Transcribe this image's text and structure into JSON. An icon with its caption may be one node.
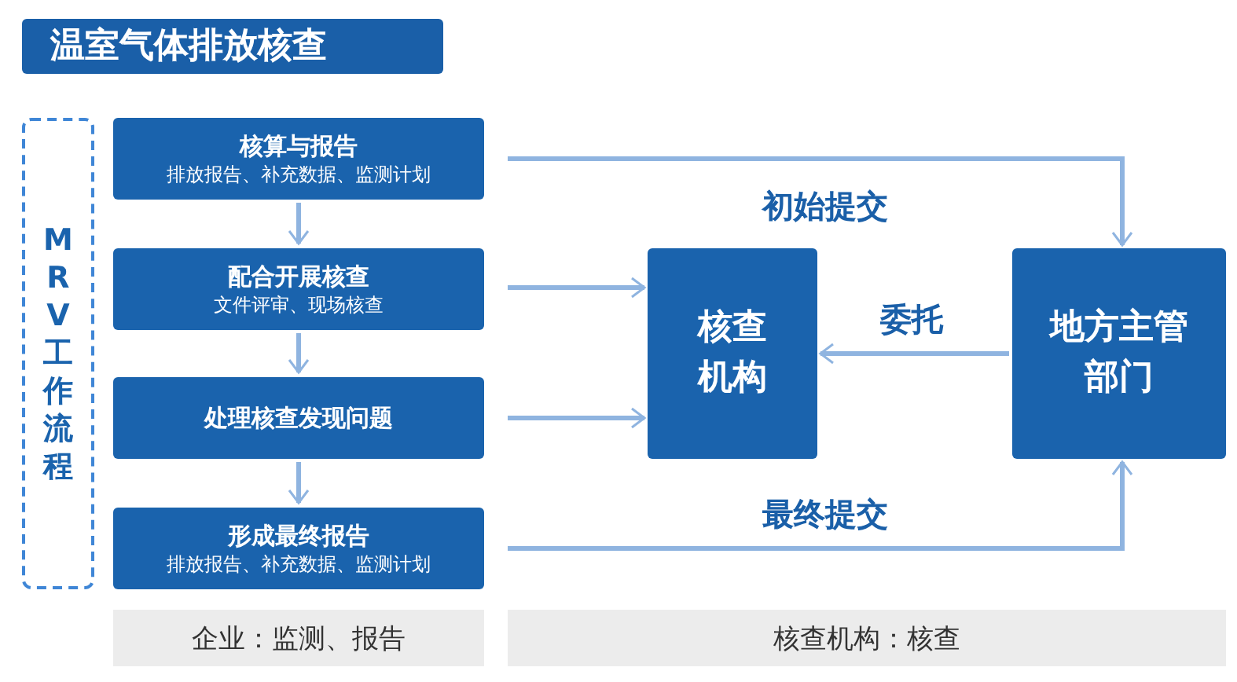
{
  "diagram": {
    "title": "温室气体排放核查",
    "nodes": [
      {
        "text": [
          "MRV工作流程"
        ]
      },
      {
        "text": [
          "核算与报告",
          "排放报告、补充数据、监测计划"
        ]
      },
      {
        "text": [
          "配合开展核查",
          "文件评审、现场核查"
        ]
      },
      {
        "text": [
          "处理核查发现问题"
        ]
      },
      {
        "text": [
          "形成最终报告",
          "排放报告、补充数据、监测计划"
        ]
      },
      {
        "text": [
          "核查机构"
        ]
      },
      {
        "text": [
          "地方主管部门"
        ]
      },
      {
        "text": [
          "企业：监测、报告"
        ]
      },
      {
        "text": [
          "核查机构：核查"
        ]
      }
    ],
    "edges": [
      {
        "from": 1,
        "to": 2,
        "arrow": "to"
      },
      {
        "from": 2,
        "to": 3,
        "arrow": "to"
      },
      {
        "from": 3,
        "to": 4,
        "arrow": "to"
      },
      {
        "from": 2,
        "to": 5,
        "arrow": "to"
      },
      {
        "from": 3,
        "to": 5,
        "arrow": "to"
      },
      {
        "from": 1,
        "to": 6,
        "label": "初始提交",
        "arrow": "to"
      },
      {
        "from": 6,
        "to": 5,
        "label": "委托",
        "arrow": "to"
      },
      {
        "from": 4,
        "to": 6,
        "label": "最终提交",
        "arrow": "to"
      }
    ]
  }
}
